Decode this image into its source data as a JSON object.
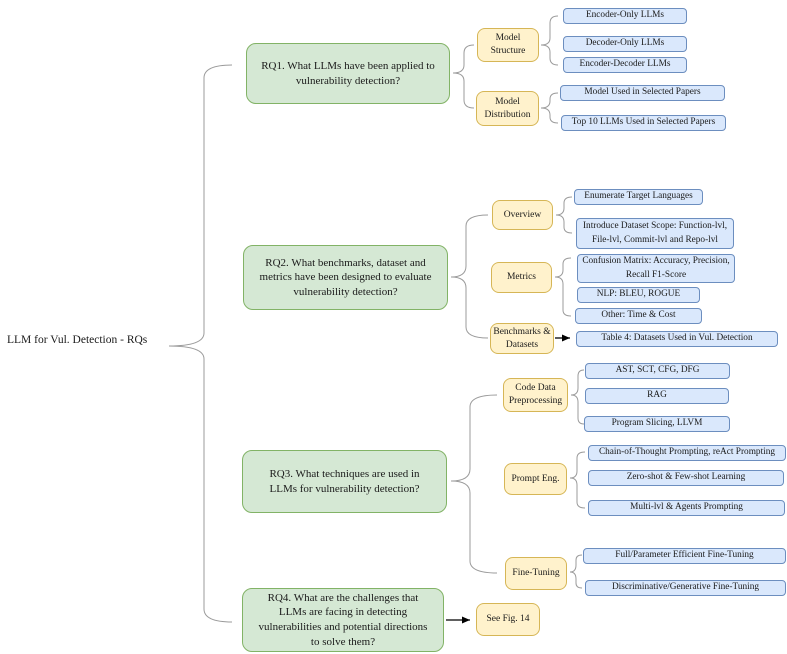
{
  "title": "LLM for Vul. Detection - RQs",
  "colors": {
    "rq_fill": "#d5e8d4",
    "rq_border": "#82b366",
    "category_fill": "#fff2cc",
    "category_border": "#d6b656",
    "leaf_fill": "#dae8fc",
    "leaf_border": "#6c8ebf",
    "connector": "#999999",
    "arrow": "#000000"
  },
  "rqs": [
    {
      "label": "RQ1. What LLMs have been applied to\nvulnerability detection?",
      "categories": [
        {
          "label": "Model\nStructure",
          "leaves": [
            "Encoder-Only LLMs",
            "Decoder-Only LLMs",
            "Encoder-Decoder LLMs"
          ]
        },
        {
          "label": "Model\nDistribution",
          "leaves": [
            "Model Used in Selected Papers",
            "Top 10 LLMs Used in Selected Papers"
          ]
        }
      ]
    },
    {
      "label": "RQ2. What benchmarks, dataset and\nmetrics have been designed to evaluate\nvulnerability detection?",
      "categories": [
        {
          "label": "Overview",
          "leaves": [
            "Enumerate Target Languages",
            "Introduce Dataset Scope: Function-lvl,\nFile-lvl, Commit-lvl and Repo-lvl"
          ]
        },
        {
          "label": "Metrics",
          "leaves": [
            "Confusion Matrix: Accuracy, Precision,\nRecall F1-Score",
            "NLP: BLEU, ROGUE",
            "Other: Time & Cost"
          ]
        },
        {
          "label": "Benchmarks &\nDatasets",
          "leaves": [
            "Table 4: Datasets Used in Vul. Detection"
          ]
        }
      ]
    },
    {
      "label": "RQ3. What techniques are used in\nLLMs for vulnerability detection?",
      "categories": [
        {
          "label": "Code Data\nPreprocessing",
          "leaves": [
            "AST, SCT, CFG, DFG",
            "RAG",
            "Program Slicing, LLVM"
          ]
        },
        {
          "label": "Prompt Eng.",
          "leaves": [
            "Chain-of-Thought Prompting, reAct Prompting",
            "Zero-shot & Few-shot Learning",
            "Multi-lvl & Agents Prompting"
          ]
        },
        {
          "label": "Fine-Tuning",
          "leaves": [
            "Full/Parameter Efficient Fine-Tuning",
            "Discriminative/Generative Fine-Tuning"
          ]
        }
      ]
    },
    {
      "label": "RQ4. What are the challenges that\nLLMs are facing in detecting\nvulnerabilities and potential directions\nto solve them?",
      "categories": [
        {
          "label": "See Fig. 14",
          "leaves": []
        }
      ]
    }
  ]
}
